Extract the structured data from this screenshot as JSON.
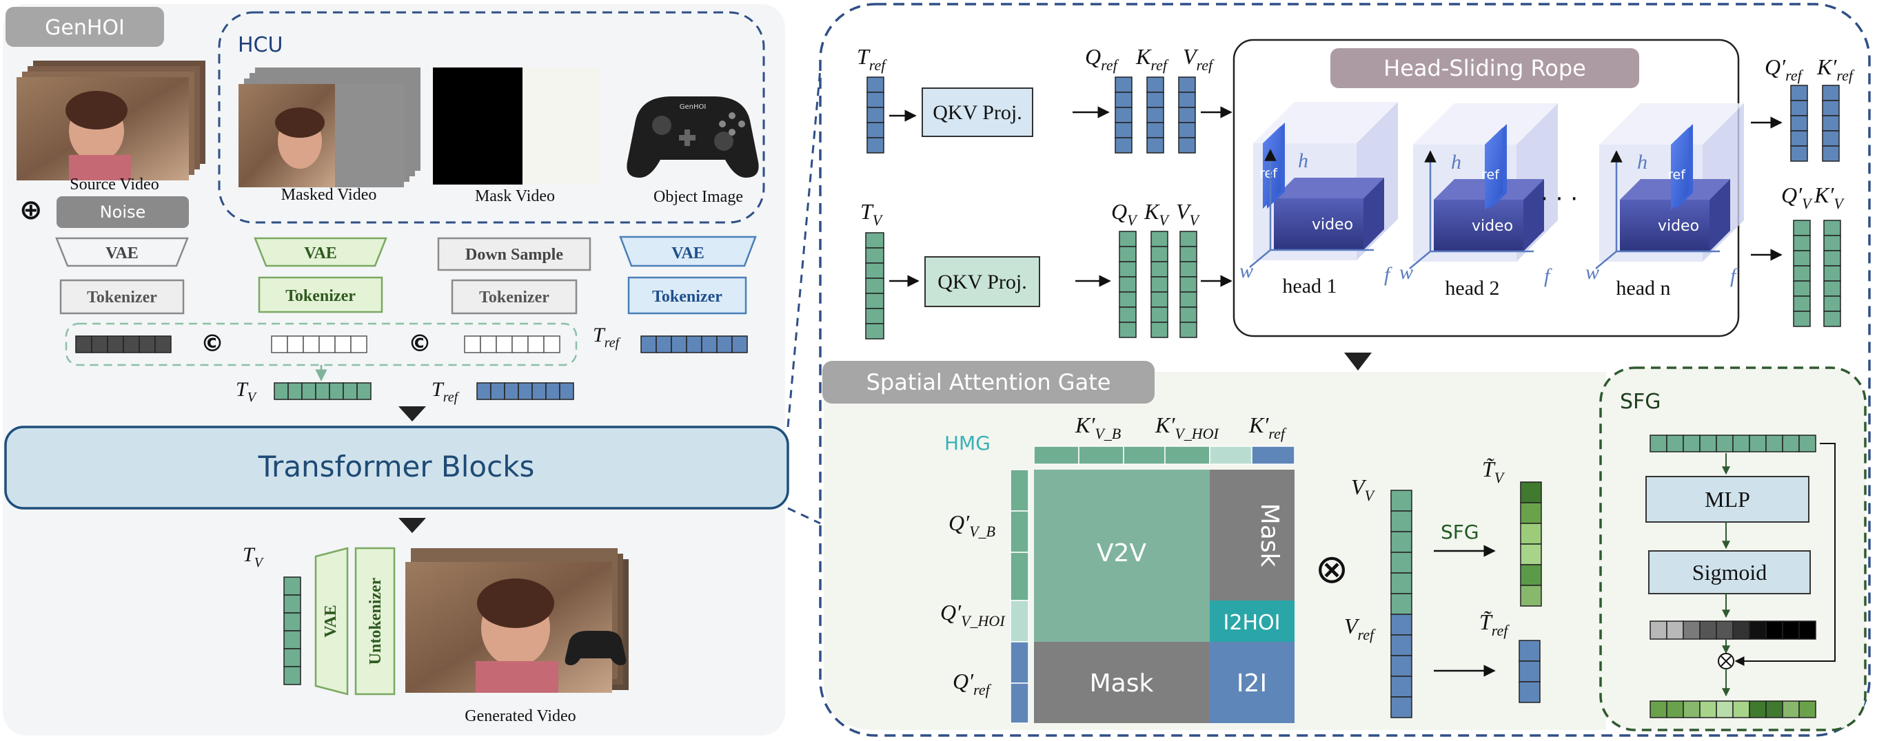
{
  "genhoi": {
    "title": "GenHOI",
    "hcu_title": "HCU",
    "source_video": "Source Video",
    "masked_video": "Masked Video",
    "mask_video": "Mask Video",
    "object_image": "Object Image",
    "noise": "Noise",
    "plus_icon": "⊕",
    "concat_icon": "©",
    "vae": "VAE",
    "tokenizer": "Tokenizer",
    "down_sample": "Down Sample",
    "controller_brand": "GenHOI",
    "t_v": "T",
    "t_v_sub": "V",
    "t_ref": "T",
    "t_ref_sub": "ref",
    "transformer_blocks": "Transformer Blocks",
    "untokenizer": "Untokenizer",
    "generated_video": "Generated Video"
  },
  "hsr": {
    "title": "Head-Sliding Rope",
    "qkv_proj": "QKV Proj.",
    "t_ref": "T",
    "t_ref_sub": "ref",
    "t_v": "T",
    "t_v_sub": "V",
    "q_ref": "Q",
    "k_ref": "K",
    "v_ref": "V",
    "ref_sub": "ref",
    "q_v": "Q",
    "k_v": "K",
    "v_v": "V",
    "v_sub": "V",
    "q_ref_out": "Q′",
    "k_ref_out": "K′",
    "q_v_out": "Q′",
    "k_v_out": "K′",
    "cube_ref": "ref",
    "cube_video": "video",
    "axis_h": "h",
    "axis_w": "w",
    "axis_f": "f",
    "head1": "head 1",
    "head2": "head 2",
    "headn": "head n",
    "dots": "· · ·"
  },
  "sag": {
    "title": "Spatial Attention Gate",
    "hmg": "HMG",
    "k_vb": "K′",
    "k_vb_sub": "V_B",
    "k_vhoi": "K′",
    "k_vhoi_sub": "V_HOI",
    "k_ref": "K′",
    "k_ref_sub": "ref",
    "q_vb": "Q′",
    "q_vb_sub": "V_B",
    "q_vhoi": "Q′",
    "q_vhoi_sub": "V_HOI",
    "q_ref": "Q′",
    "q_ref_sub": "ref",
    "v2v": "V2V",
    "mask_top": "Mask",
    "i2hoi": "I2HOI",
    "mask_bottom": "Mask",
    "i2i": "I2I",
    "otimes": "⊗",
    "v_v": "V",
    "v_v_sub": "V",
    "v_ref": "V",
    "v_ref_sub": "ref",
    "sfg_arrow_label": "SFG",
    "tt_v": "T̃",
    "tt_v_sub": "V",
    "tt_ref": "T̃",
    "tt_ref_sub": "ref"
  },
  "sfg": {
    "title": "SFG",
    "mlp": "MLP",
    "sigmoid": "Sigmoid"
  }
}
